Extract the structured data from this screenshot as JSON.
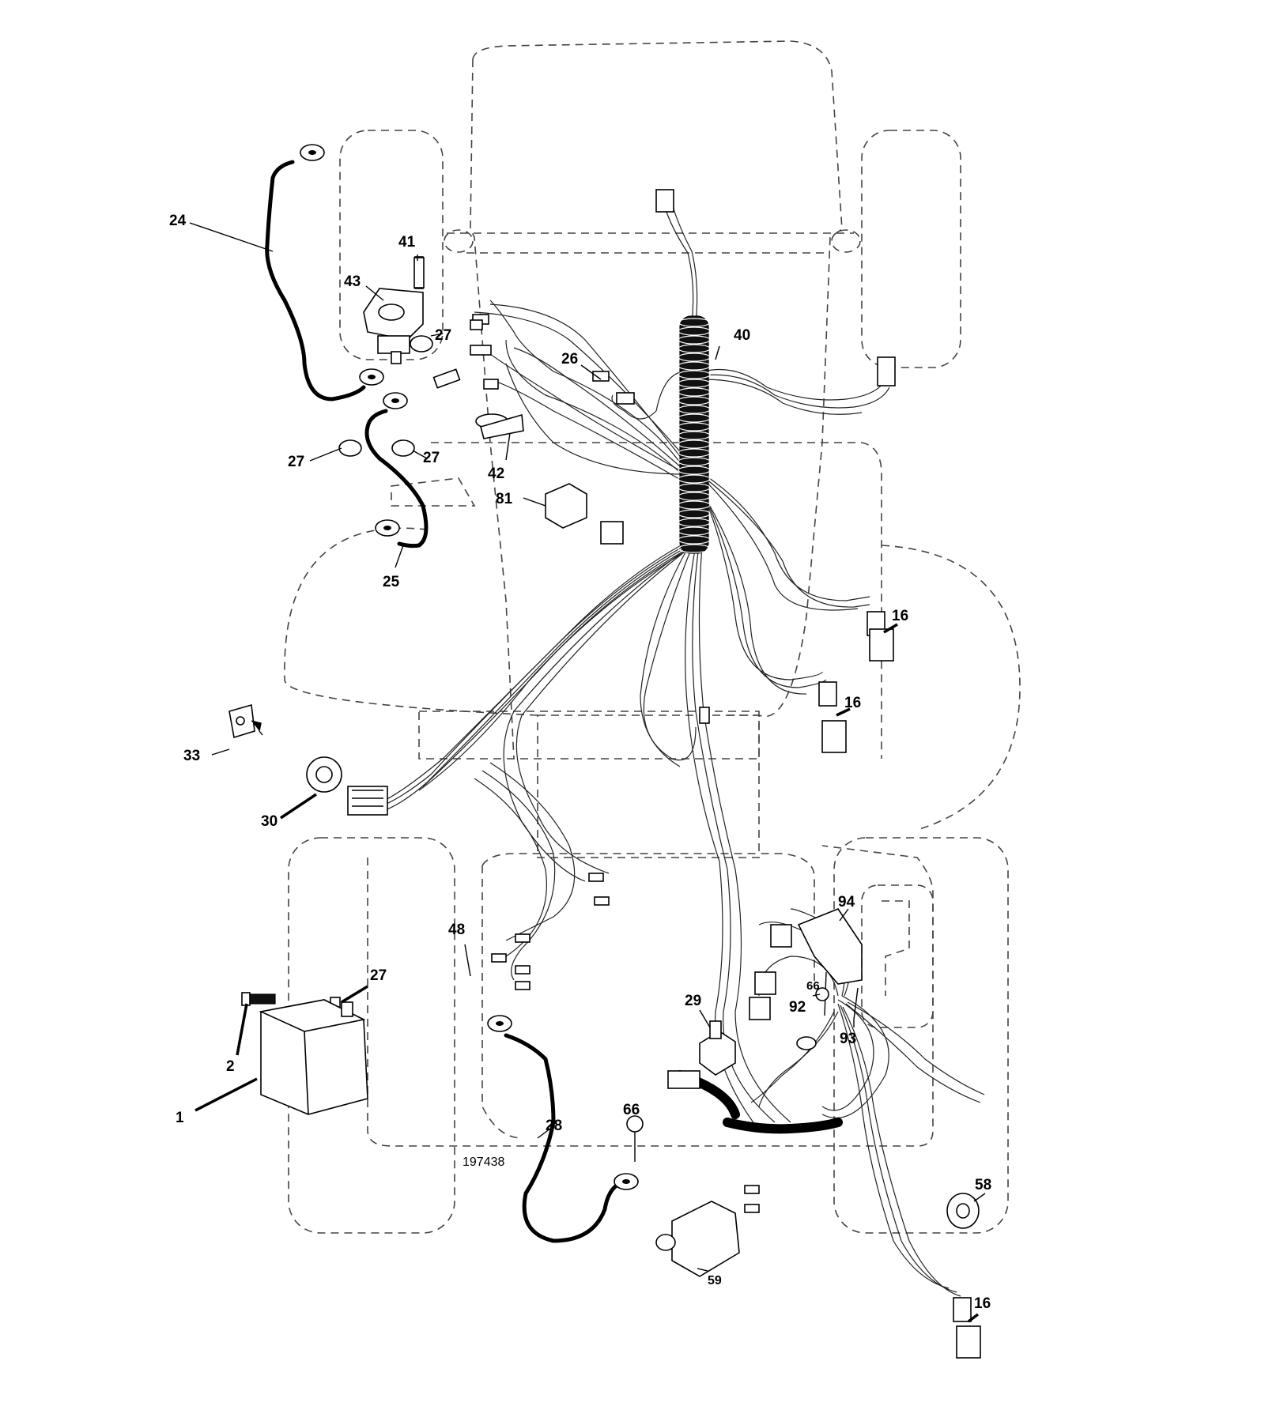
{
  "figure_number": "197438",
  "callouts": {
    "c1": "1",
    "c2": "2",
    "c16a": "16",
    "c16b": "16",
    "c16c": "16",
    "c24": "24",
    "c25": "25",
    "c26": "26",
    "c27a": "27",
    "c27b": "27",
    "c27c": "27",
    "c27d": "27",
    "c28": "28",
    "c29": "29",
    "c30": "30",
    "c33": "33",
    "c40": "40",
    "c41": "41",
    "c42": "42",
    "c43": "43",
    "c48": "48",
    "c58": "58",
    "c59": "59",
    "c66a": "66",
    "c66b": "66",
    "c81": "81",
    "c92": "92",
    "c93": "93",
    "c94": "94"
  },
  "colors": {
    "line": "#000000",
    "outline": "#444444",
    "background": "#ffffff"
  }
}
